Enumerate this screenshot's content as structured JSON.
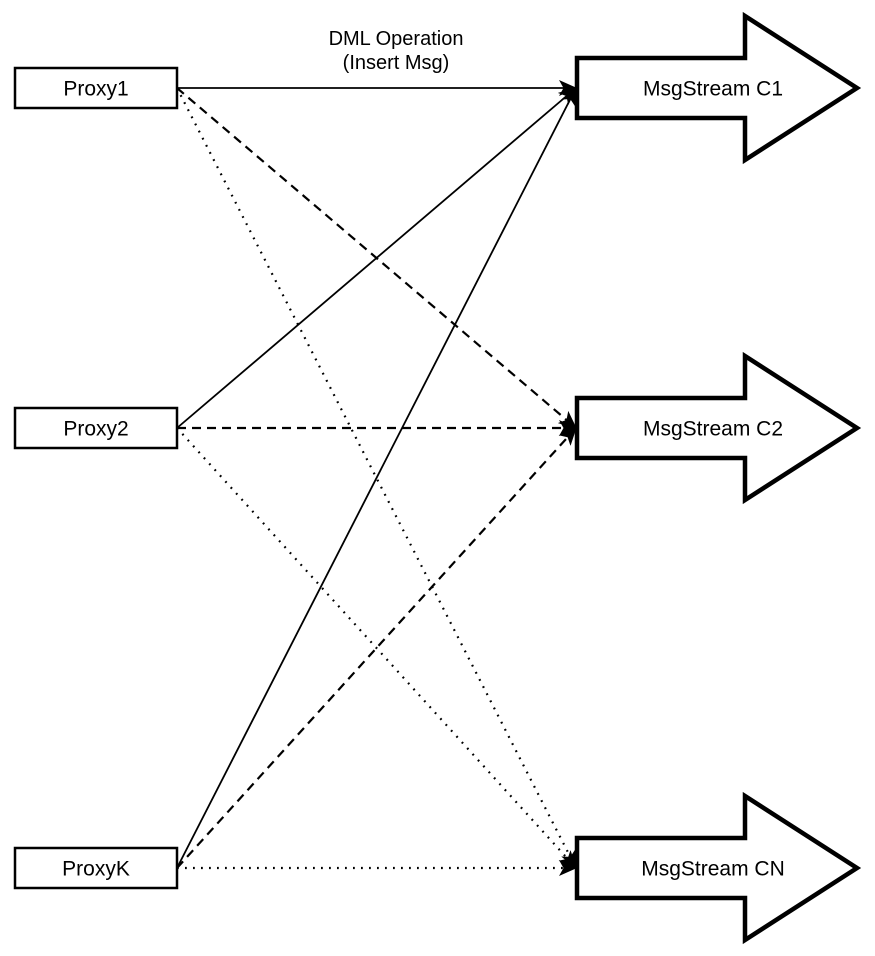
{
  "diagram": {
    "background": "#ffffff",
    "stroke_color": "#000000",
    "node_fill": "#ffffff",
    "edge_label": {
      "line1": "DML Operation",
      "line2": "(Insert Msg)"
    },
    "proxies": [
      {
        "label": "Proxy1"
      },
      {
        "label": "Proxy2"
      },
      {
        "label": "ProxyK"
      }
    ],
    "streams": [
      {
        "label": "MsgStream C1"
      },
      {
        "label": "MsgStream C2"
      },
      {
        "label": "MsgStream CN"
      }
    ],
    "edges": [
      {
        "from": "Proxy1",
        "to": "MsgStream C1",
        "style": "solid"
      },
      {
        "from": "Proxy2",
        "to": "MsgStream C1",
        "style": "solid"
      },
      {
        "from": "ProxyK",
        "to": "MsgStream C1",
        "style": "solid"
      },
      {
        "from": "Proxy1",
        "to": "MsgStream C2",
        "style": "dashed"
      },
      {
        "from": "Proxy2",
        "to": "MsgStream C2",
        "style": "dashed"
      },
      {
        "from": "ProxyK",
        "to": "MsgStream C2",
        "style": "dashed"
      },
      {
        "from": "Proxy1",
        "to": "MsgStream CN",
        "style": "dotted"
      },
      {
        "from": "Proxy2",
        "to": "MsgStream CN",
        "style": "dotted"
      },
      {
        "from": "ProxyK",
        "to": "MsgStream CN",
        "style": "dotted"
      }
    ]
  }
}
